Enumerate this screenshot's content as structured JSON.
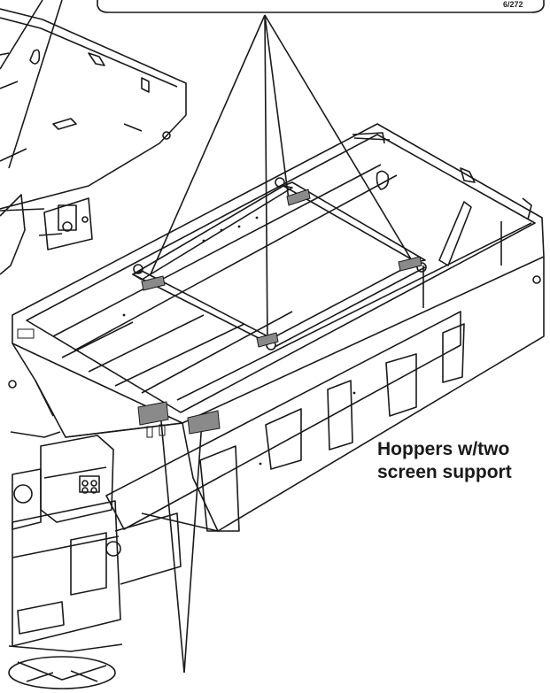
{
  "figure": {
    "caption_line1": "Hoppers w/two",
    "caption_line2": "screen support",
    "drawing_code": "6/272"
  },
  "colors": {
    "ink": "#1a1a1a",
    "paper": "#ffffff",
    "label_tab": "#8a8a8a"
  },
  "icons": [
    "hopper-body",
    "spinner-assembly",
    "motor-housing",
    "screen-support-bar",
    "warning-decal"
  ]
}
